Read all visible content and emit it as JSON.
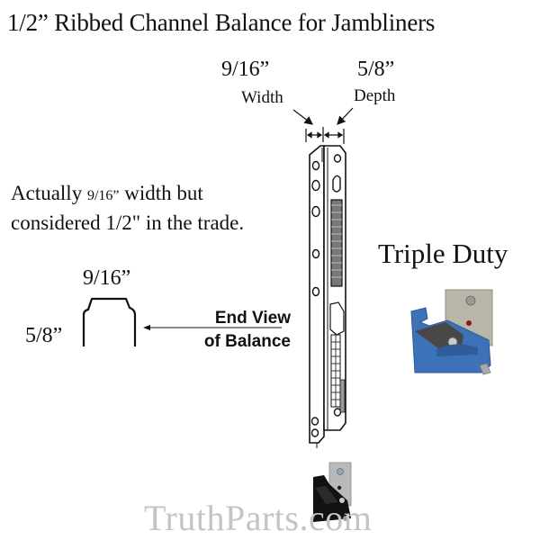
{
  "title": "1/2” Ribbed Channel Balance for Jambliners",
  "dimensions": {
    "width_value": "9/16”",
    "width_label": "Width",
    "depth_value": "5/8”",
    "depth_label": "Depth"
  },
  "note": {
    "prefix": "Actually ",
    "small_value": "9/16”",
    "line1_suffix": " width but",
    "line2": "considered 1/2\" in the trade."
  },
  "end_view": {
    "width_value": "9/16”",
    "depth_value": "5/8”",
    "label_line1": "End View",
    "label_line2": "of Balance"
  },
  "shoe": {
    "label": "Triple Duty",
    "colors": {
      "housing": "#3d72b8",
      "channel": "#b8b6a6",
      "cam": "#4a4846"
    }
  },
  "bottom_shoe": {
    "colors": {
      "housing": "#111111",
      "channel": "#b9b9b9"
    }
  },
  "watermark": "TruthParts.com"
}
